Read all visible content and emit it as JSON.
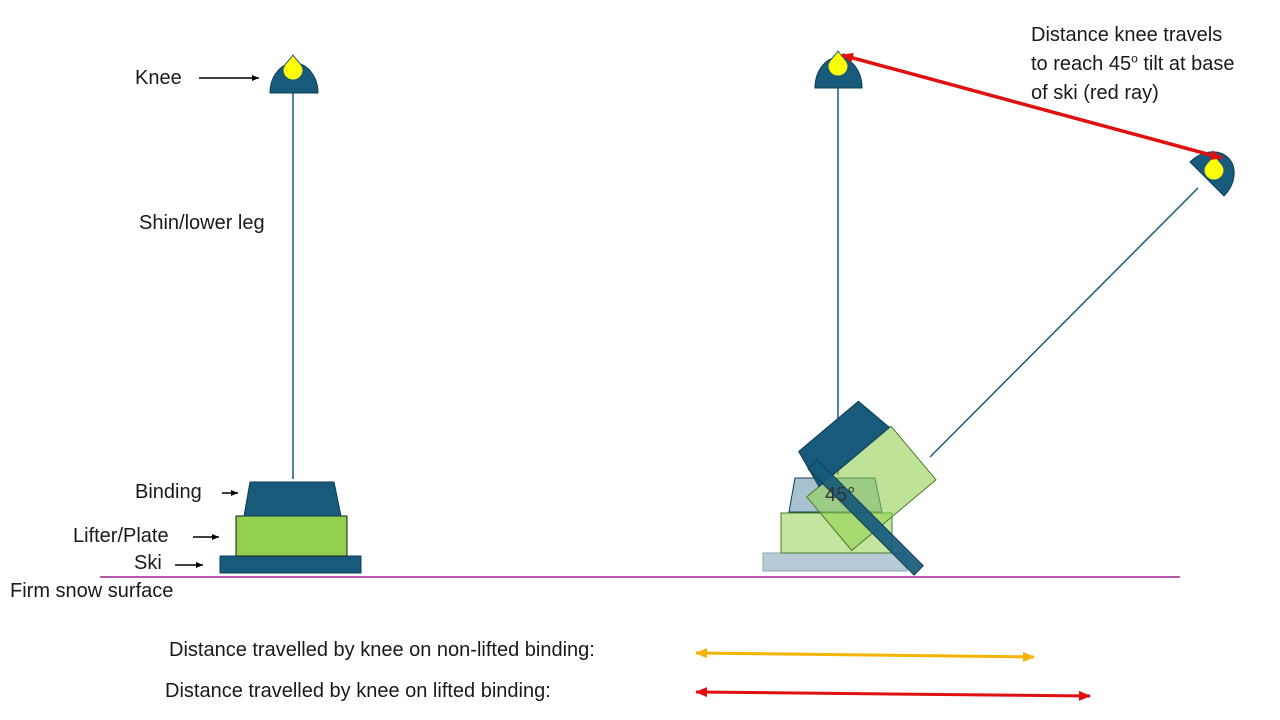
{
  "labels": {
    "knee": "Knee",
    "shin": "Shin/lower leg",
    "binding": "Binding",
    "lifter": "Lifter/Plate",
    "ski": "Ski",
    "snow": "Firm snow surface",
    "angle": "45°",
    "red_ray_line1": "Distance knee travels",
    "red_ray_line2_pre": "to reach 45",
    "red_ray_line2_sup": "o",
    "red_ray_line2_post": " tilt at base",
    "red_ray_line3": "of ski (red ray)",
    "non_lifted": "Distance travelled by knee on non-lifted binding:",
    "lifted": "Distance travelled by knee on lifted binding:"
  },
  "colors": {
    "dark_blue": "#175a7b",
    "light_green": "#92d050",
    "knee_cap": "#ffff00",
    "snow_line": "#a0208a",
    "red_arrow": "#e01010",
    "yellow_arrow": "#f4b400",
    "faded_ski": "#b7cbd6",
    "faded_binding": "#a9c2d1"
  }
}
